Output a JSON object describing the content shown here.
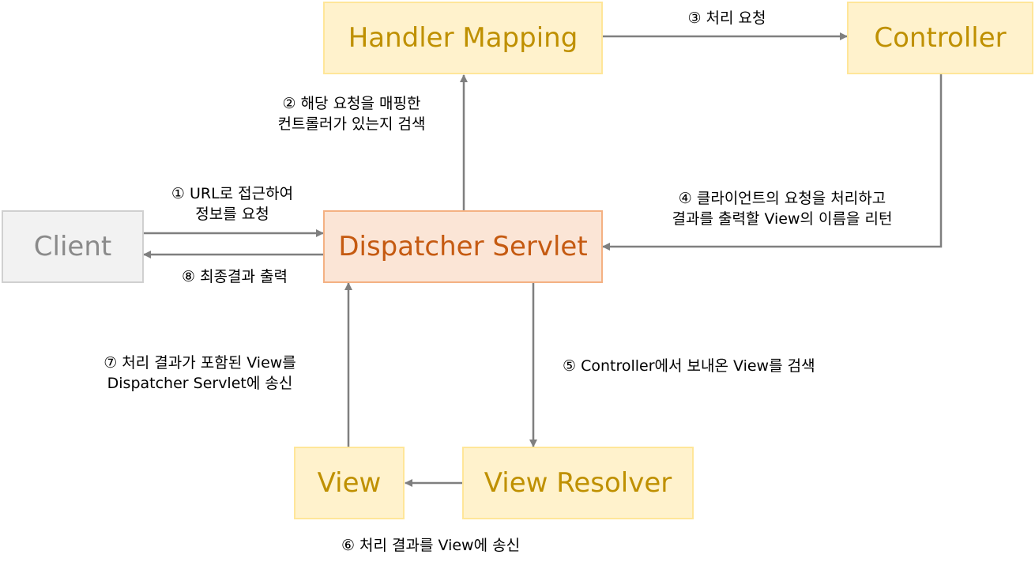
{
  "nodes": {
    "handler_mapping": "Handler Mapping",
    "controller": "Controller",
    "client": "Client",
    "dispatcher_servlet": "Dispatcher Servlet",
    "view": "View",
    "view_resolver": "View Resolver"
  },
  "steps": {
    "step1": {
      "line1": "① URL로 접근하여",
      "line2": "정보를 요청"
    },
    "step2": {
      "line1": "② 해당 요청을 매핑한",
      "line2": "컨트롤러가 있는지 검색"
    },
    "step3": {
      "line1": "③ 처리 요청"
    },
    "step4": {
      "line1": "④ 클라이언트의 요청을 처리하고",
      "line2": "결과를 출력할 View의 이름을 리턴"
    },
    "step5": {
      "line1": "⑤ Controller에서 보내온 View를 검색"
    },
    "step6": {
      "line1": "⑥ 처리 결과를 View에 송신"
    },
    "step7": {
      "line1": "⑦ 처리 결과가 포함된 View를",
      "line2": "Dispatcher Servlet에 송신"
    },
    "step8": {
      "line1": "⑧ 최종결과 출력"
    }
  },
  "colors": {
    "yellow_fill": "#fff2cc",
    "yellow_text": "#bf9000",
    "orange_fill": "#fbe5d6",
    "orange_text": "#c55a11",
    "gray_fill": "#f2f2f2",
    "gray_text": "#8a8a8a",
    "arrow": "#7f7f7f"
  }
}
